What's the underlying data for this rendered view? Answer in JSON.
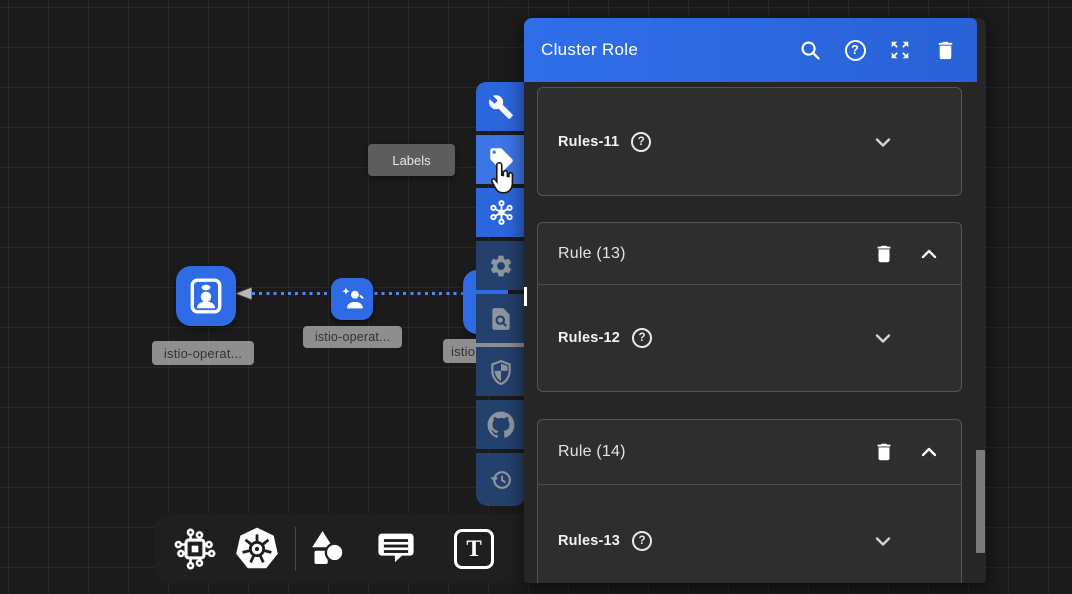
{
  "panel": {
    "title": "Cluster Role",
    "header_icons": [
      "search",
      "help",
      "expand",
      "delete"
    ],
    "cards": [
      {
        "rows": [
          {
            "kind": "field",
            "label": "Rules-11",
            "has_help": true,
            "chevron": "down"
          }
        ]
      },
      {
        "rows": [
          {
            "kind": "rule",
            "label": "Rule (13)",
            "has_delete": true,
            "chevron": "up"
          },
          {
            "kind": "field",
            "label": "Rules-12",
            "has_help": true,
            "chevron": "down"
          }
        ]
      },
      {
        "rows": [
          {
            "kind": "rule",
            "label": "Rule (14)",
            "has_delete": true,
            "chevron": "up"
          },
          {
            "kind": "field",
            "label": "Rules-13",
            "has_help": true,
            "chevron": "down"
          }
        ]
      }
    ]
  },
  "tooltip": {
    "label": "Labels"
  },
  "glyphs": {
    "help": "?",
    "text_tool": "T"
  },
  "side_toolbar": {
    "items": [
      {
        "name": "wrench",
        "active": true
      },
      {
        "name": "labels",
        "active": true,
        "hovered": true
      },
      {
        "name": "topology",
        "active": true
      },
      {
        "name": "settings",
        "active": false
      },
      {
        "name": "doc-search",
        "active": false
      },
      {
        "name": "shield",
        "active": false
      },
      {
        "name": "github",
        "active": false
      },
      {
        "name": "history",
        "active": false
      }
    ]
  },
  "bottom_toolbar": {
    "items": [
      "components",
      "kubernetes",
      "shapes",
      "comment",
      "text"
    ]
  },
  "canvas": {
    "nodes": [
      {
        "label": "istio-operat...",
        "icon": "service-account"
      },
      {
        "label": "istio-operat...",
        "icon": "cluster-role-binding"
      },
      {
        "label": "istio",
        "icon": "cluster-role"
      }
    ]
  },
  "colors": {
    "accent_blue": "#2e6be4",
    "toolbar_navy": "#24406d",
    "header_blue": "#2d6ae3",
    "panel_bg": "#262626",
    "card_bg": "#2e2e2e",
    "canvas_bg": "#1b1b1b"
  }
}
